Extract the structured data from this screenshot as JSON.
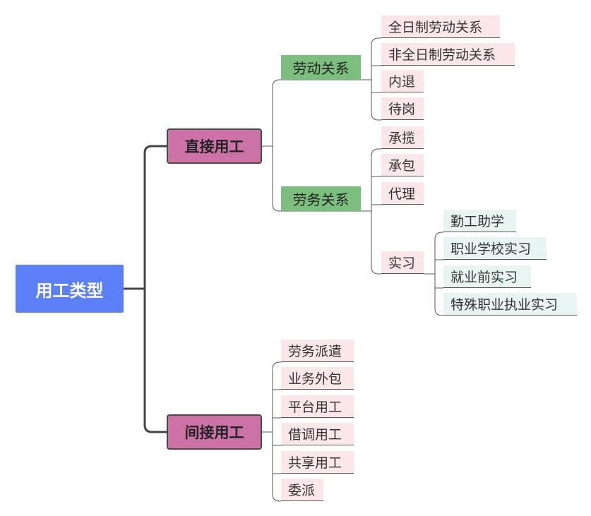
{
  "colors": {
    "root": "#5b7ff7",
    "level1": "#cc72a7",
    "level2": "#7cbe7e",
    "leaf_pink": "#fbe7e9",
    "leaf_teal": "#e8f4f2",
    "line_thick": "#444444",
    "line_thin": "#555555"
  },
  "root": {
    "label": "用工类型"
  },
  "direct": {
    "label": "直接用工",
    "labor_relation": {
      "label": "劳动关系",
      "items": [
        "全日制劳动关系",
        "非全日制劳动关系",
        "内退",
        "待岗"
      ]
    },
    "service_relation": {
      "label": "劳务关系",
      "items": [
        "承揽",
        "承包",
        "代理",
        "实习"
      ],
      "internship": {
        "items": [
          "勤工助学",
          "职业学校实习",
          "就业前实习",
          "特殊职业执业实习"
        ]
      }
    }
  },
  "indirect": {
    "label": "间接用工",
    "items": [
      "劳务派遣",
      "业务外包",
      "平台用工",
      "借调用工",
      "共享用工",
      "委派"
    ]
  }
}
